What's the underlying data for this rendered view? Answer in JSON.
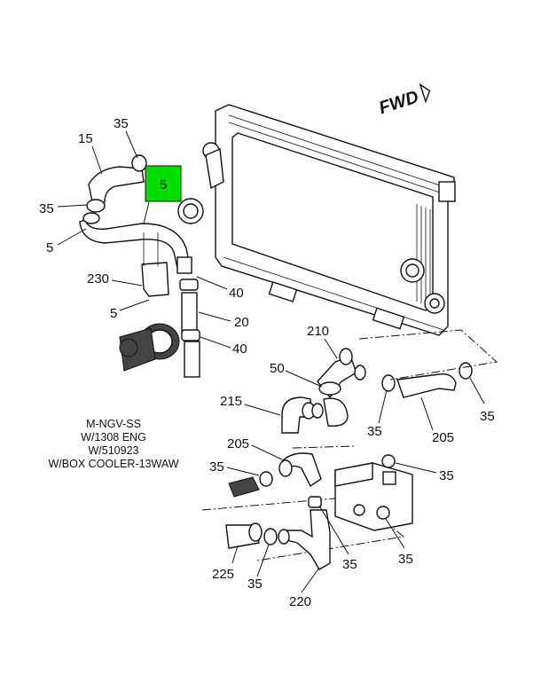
{
  "direction_label": "FWD",
  "notes": [
    "M-NGV-SS",
    "W/1308 ENG",
    "W/510923",
    "W/BOX COOLER-13WAW"
  ],
  "highlight": {
    "label": "5",
    "color": "#00dd00"
  },
  "callouts": {
    "c35_top": "35",
    "c15": "15",
    "c35_left": "35",
    "c5_left": "5",
    "c230": "230",
    "c5_bracket": "5",
    "c40_upper": "40",
    "c20": "20",
    "c40_lower": "40",
    "c210": "210",
    "c50": "50",
    "c215": "215",
    "c35_mid": "35",
    "c205_right": "205",
    "c35_far_right": "35",
    "c205_lower": "205",
    "c35_lower_left": "35",
    "c35_valve": "35",
    "c225": "225",
    "c35_bottom": "35",
    "c35_bottom_mid": "35",
    "c35_bottom_right": "35",
    "c220": "220"
  }
}
